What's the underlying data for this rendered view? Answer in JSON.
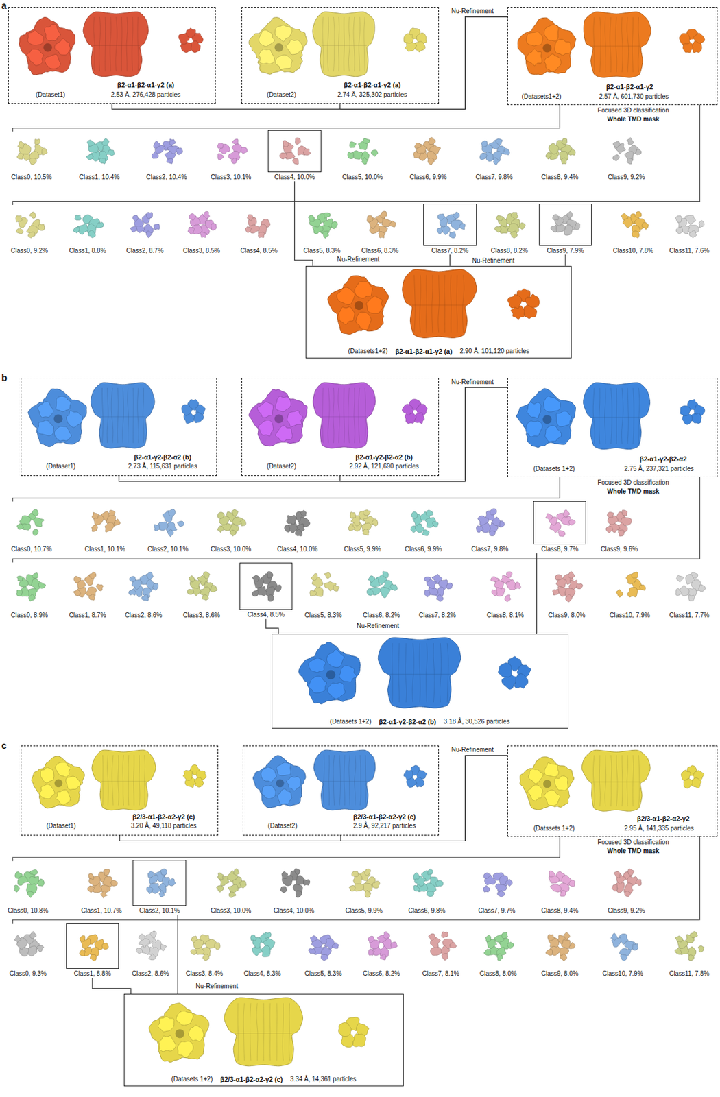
{
  "diagram": {
    "nodes": [
      {
        "text": [
          "(Dataset1)",
          "β2-α1-β2-α1-γ2 (a)",
          "2.53 Å, 276,428 particles"
        ]
      },
      {
        "text": [
          "(Dataset2)",
          "β2-α1-β2-α1-γ2 (a)",
          "2.74 Å, 325,302 particles"
        ]
      },
      {
        "text": [
          "β2-α1-β2-α1-γ2",
          "(Datasets1+2)",
          "2.57 Å, 601,730 particles"
        ]
      },
      {
        "text": [
          "Class4, 10.0%"
        ]
      },
      {
        "text": [
          "Class7, 8.2%"
        ]
      },
      {
        "text": [
          "Class9, 7.9%"
        ]
      },
      {
        "text": [
          "(Datasets1+2)",
          "β2-α1-β2-α1-γ2 (a)",
          "2.90 Å, 101,120 particles"
        ]
      },
      {
        "text": [
          "(Dataset1)",
          "β2-α1-γ2-β2-α2 (b)",
          "2.73 Å, 115,631 particles"
        ]
      },
      {
        "text": [
          "(Dataset2)",
          "β2-α1-γ2-β2-α2 (b)",
          "2.92 Å, 121,690 particles"
        ]
      },
      {
        "text": [
          "β2-α1-γ2-β2-α2",
          "(Datasets 1+2)",
          "2.75 Å, 237,321 particles"
        ]
      },
      {
        "text": [
          "Class8, 9.7%"
        ]
      },
      {
        "text": [
          "Class4, 8.5%"
        ]
      },
      {
        "text": [
          "(Datasets 1+2)",
          "β2-α1-γ2-β2-α2 (b)",
          "3.18 Å, 30,526 particles"
        ]
      },
      {
        "text": [
          "(Dataset1)",
          "β2/3-α1-β2-α2-γ2 (c)",
          "3.20 Å, 49,118 particles"
        ]
      },
      {
        "text": [
          "(Dataset2)",
          "β2/3-α1-β2-α2-γ2 (c)",
          "2.9 Å, 92,217 particles"
        ]
      },
      {
        "text": [
          "β2/3-α1-β2-α2-γ2",
          "(Datssets 1+2)",
          "2.95 Å, 141,335 particles"
        ]
      },
      {
        "text": [
          "Class2, 10.1%"
        ]
      },
      {
        "text": [
          "Class1, 8.8%"
        ]
      },
      {
        "text": [
          "(Datasets 1+2)",
          "β2/3-α1-β2-α2-γ2 (c)",
          "3.34 Å, 14,361 particles"
        ]
      }
    ],
    "edges": [
      {
        "from": 0,
        "to": 2,
        "arrow": "none"
      },
      {
        "from": 1,
        "to": 2,
        "arrow": "none",
        "label": "Nu-Refinement"
      },
      {
        "from": 3,
        "to": 6,
        "arrow": "none"
      },
      {
        "from": 4,
        "to": 6,
        "arrow": "none"
      },
      {
        "from": 5,
        "to": 6,
        "arrow": "none"
      },
      {
        "from": 7,
        "to": 9,
        "arrow": "none"
      },
      {
        "from": 8,
        "to": 9,
        "arrow": "none",
        "label": "Nu-Refinement"
      },
      {
        "from": 10,
        "to": 12,
        "arrow": "none"
      },
      {
        "from": 11,
        "to": 12,
        "arrow": "none"
      },
      {
        "from": 13,
        "to": 15,
        "arrow": "none"
      },
      {
        "from": 14,
        "to": 15,
        "arrow": "none",
        "label": "Nu-Refinement"
      },
      {
        "from": 16,
        "to": 18,
        "arrow": "none"
      },
      {
        "from": 17,
        "to": 18,
        "arrow": "none"
      }
    ],
    "labels": [
      "a",
      "Focused 3D classification",
      "Whole TMD mask",
      "Class0, 10.5%",
      "Class1, 10.4%",
      "Class2, 10.4%",
      "Class3, 10.1%",
      "Class5, 10.0%",
      "Class6, 9.9%",
      "Class7, 9.8%",
      "Class8, 9.4%",
      "Class9, 9.2%",
      "Class0, 9.2%",
      "Class1, 8.8%",
      "Class2, 8.7%",
      "Class3, 8.5%",
      "Class4, 8.5%",
      "Class5, 8.3%",
      "Class6, 8.3%",
      "Class8, 8.2%",
      "Class10, 7.8%",
      "Class11, 7.6%",
      "Nu-Refinement",
      "Nu-Refinement",
      "b",
      "Focused 3D classification",
      "Whole TMD mask",
      "Class0, 10.7%",
      "Class1, 10.1%",
      "Class2, 10.1%",
      "Class3, 10.0%",
      "Class4, 10.0%",
      "Class5, 9.9%",
      "Class6, 9.9%",
      "Class7, 9.8%",
      "Class9, 9.6%",
      "Class0, 8.9%",
      "Class1, 8.7%",
      "Class2, 8.6%",
      "Class3, 8.6%",
      "Class5, 8.3%",
      "Class6, 8.2%",
      "Class7, 8.2%",
      "Class8, 8.1%",
      "Class9, 8.0%",
      "Class10, 7.9%",
      "Class11, 7.7%",
      "Nu-Refinement",
      "c",
      "Focused 3D classification",
      "Whole TMD mask",
      "Class0, 10.8%",
      "Class1, 10.7%",
      "Class3, 10.0%",
      "Class4, 10.0%",
      "Class5, 9.9%",
      "Class6, 9.8%",
      "Class7, 9.7%",
      "Class8, 9.4%",
      "Class9, 9.2%",
      "Class0, 9.3%",
      "Class2, 8.6%",
      "Class3, 8.4%",
      "Class4, 8.3%",
      "Class5, 8.3%",
      "Class6, 8.2%",
      "Class7, 8.1%",
      "Class8, 8.0%",
      "Class9, 8.0%",
      "Class10, 7.9%",
      "Class11, 7.8%",
      "Nu-Refinement"
    ]
  }
}
